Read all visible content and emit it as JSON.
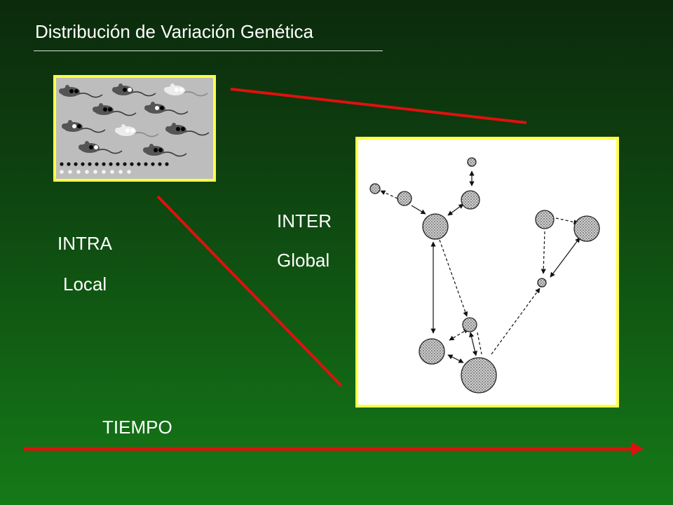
{
  "slide": {
    "title": "Distribución de Variación Genética",
    "intra_label": "INTRA",
    "local_label": "Local",
    "inter_label": "INTER",
    "global_label": "Global",
    "time_label": "TIEMPO"
  },
  "colors": {
    "arrow": "#e0100e",
    "frame": "#ffff4a",
    "text": "#ffffff"
  },
  "figures": {
    "intra_panel": "mice-population-illustration",
    "inter_panel": "metapopulation-network-diagram"
  }
}
